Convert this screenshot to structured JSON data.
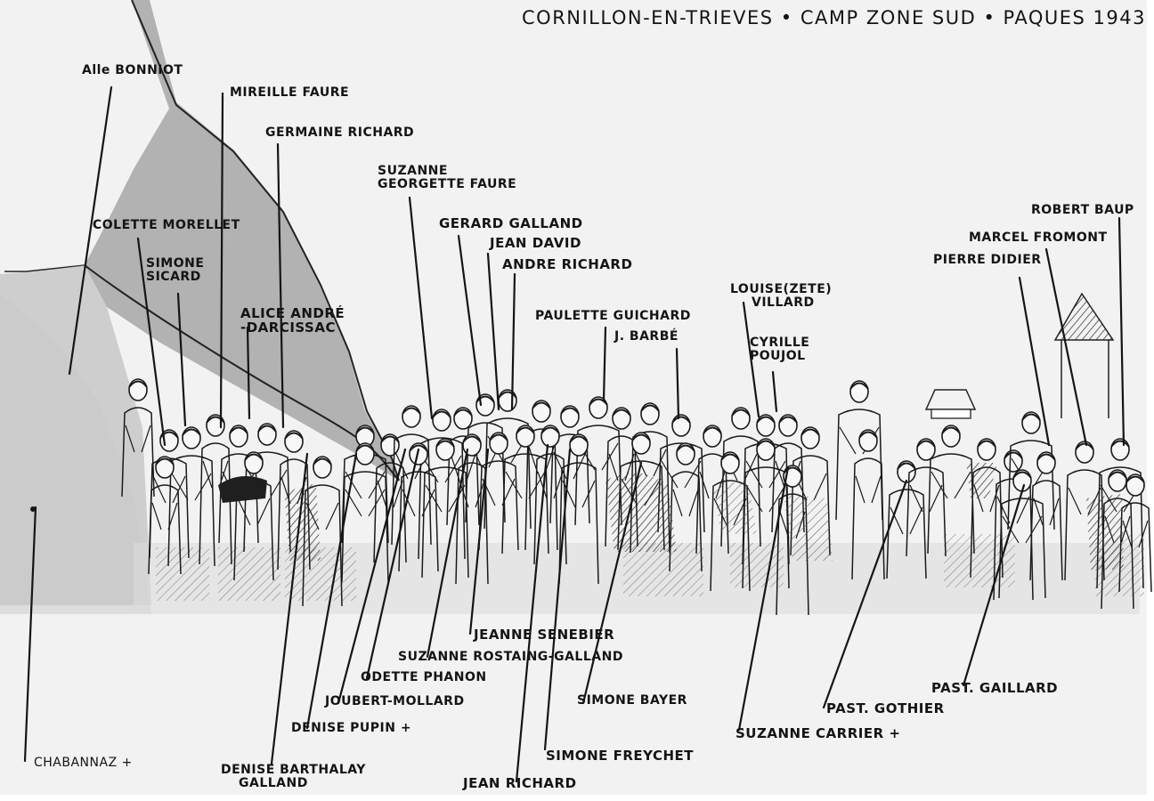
{
  "title": "CORNILLON-EN-TRIEVES • CAMP ZONE SUD • PAQUES 1943",
  "names_top": {
    "bonniot": "Alle BONNIOT",
    "mireille_faure": "MIREILLE FAURE",
    "germaine_richard": "GERMAINE RICHARD",
    "suzanne_faure_1": "SUZANNE",
    "suzanne_faure_2": "GEORGETTE FAURE",
    "colette_morellet": "COLETTE MORELLET",
    "simone_sicard_1": "SIMONE",
    "simone_sicard_2": "SICARD",
    "alice_andre_1": "ALICE ANDRÉ",
    "alice_andre_2": "-DARCISSAC",
    "gerard_galland": "GERARD GALLAND",
    "jean_david": "JEAN DAVID",
    "andre_richard": "ANDRE RICHARD",
    "paulette_guichard": "PAULETTE GUICHARD",
    "j_barbe": "J. BARBÉ",
    "louise_villard_1": "LOUISE(ZETE)",
    "louise_villard_2": "VILLARD",
    "cyrille_poujol_1": "CYRILLE",
    "cyrille_poujol_2": "POUJOL",
    "robert_baup": "ROBERT BAUP",
    "marcel_fromont": "MARCEL FROMONT",
    "pierre_didier": "PIERRE DIDIER"
  },
  "names_bottom": {
    "jeanne_senebier": "JEANNE SENEBIER",
    "suzanne_rostaing": "SUZANNE ROSTAING-GALLAND",
    "odette_phanon": "ODETTE PHANON",
    "joubert_mollard": "JOUBERT-MOLLARD",
    "denise_pupin": "DENISE PUPIN +",
    "denise_barthalay_1": "DENISE BARTHALAY",
    "denise_barthalay_2": "GALLAND",
    "chabannaz": "CHABANNAZ +",
    "simone_bayer": "SIMONE BAYER",
    "simone_freychet": "SIMONE FREYCHET",
    "jean_richard": "JEAN RICHARD",
    "suzanne_carrier": "SUZANNE CARRIER +",
    "past_gothier": "PAST. GOTHIER",
    "past_gaillard": "PAST. GAILLARD"
  }
}
